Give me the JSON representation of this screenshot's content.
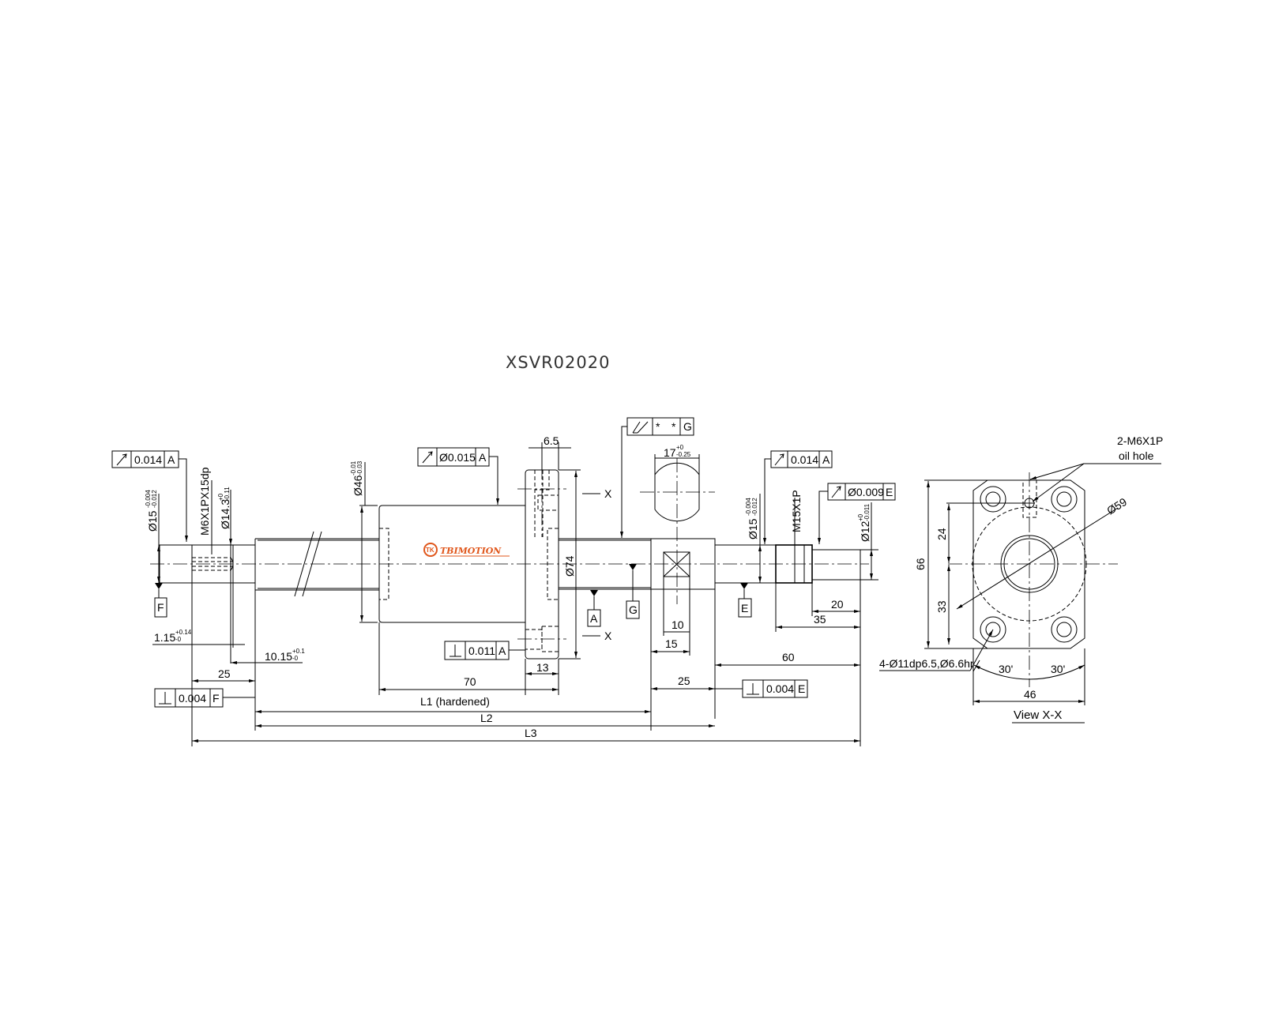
{
  "title": "XSVR02020",
  "logo": {
    "mark": "TK",
    "name": "TBIMOTION",
    "color": "#e0561b"
  },
  "fcf": {
    "runout_left": {
      "value": "0.014",
      "datum": "A"
    },
    "runout_nut": {
      "value": "Ø0.015",
      "datum": "A"
    },
    "total_runout": {
      "value1": "*",
      "value2": "*",
      "datum": "G"
    },
    "runout_right": {
      "value": "0.014",
      "datum": "A"
    },
    "runout_end": {
      "value": "Ø0.009",
      "datum": "E"
    },
    "perp_flange": {
      "value": "0.011",
      "datum": "A"
    },
    "perp_left": {
      "value": "0.004",
      "datum": "F"
    },
    "perp_right": {
      "value": "0.004",
      "datum": "E"
    }
  },
  "datums": {
    "f": "F",
    "a": "A",
    "g": "G",
    "e": "E"
  },
  "section_marks": {
    "top": "X",
    "bottom": "X"
  },
  "dims": {
    "d15_left": {
      "nominal": "Ø15",
      "upper": "-0.004",
      "lower": "-0.012"
    },
    "thread_left": "M6X1PX15dp",
    "d14_3": {
      "nominal": "Ø14.3",
      "upper": "+0",
      "lower": "-0.11"
    },
    "d46": {
      "nominal": "Ø46",
      "upper": "-0.01",
      "lower": "-0.03"
    },
    "w6_5": "6.5",
    "w17": {
      "nominal": "17",
      "upper": "+0",
      "lower": "-0.25"
    },
    "d74": "Ø74",
    "d15_right": {
      "nominal": "Ø15",
      "upper": "-0.004",
      "lower": "-0.012"
    },
    "thread_right": "M15X1P",
    "d12": {
      "nominal": "Ø12",
      "upper": "+0",
      "lower": "-0.011"
    },
    "g1_15": {
      "nominal": "1.15",
      "upper": "+0.14",
      "lower": "-0"
    },
    "g10_15": {
      "nominal": "10.15",
      "upper": "+0.1",
      "lower": "-0"
    },
    "l25_left": "25",
    "l70": "70",
    "l13": "13",
    "l10": "10",
    "l15": "15",
    "l25_right": "25",
    "l20": "20",
    "l35": "35",
    "l60": "60",
    "L1": "L1 (hardened)",
    "L2": "L2",
    "L3": "L3"
  },
  "end_view": {
    "oil_hole_note_1": "2-M6X1P",
    "oil_hole_note_2": "oil hole",
    "pcd": "Ø59",
    "height": "66",
    "upper": "24",
    "lower": "33",
    "holes": "4-Ø11dp6.5,Ø6.6hr",
    "angle_left": "30'",
    "angle_right": "30'",
    "width": "46",
    "label": "View X-X"
  }
}
